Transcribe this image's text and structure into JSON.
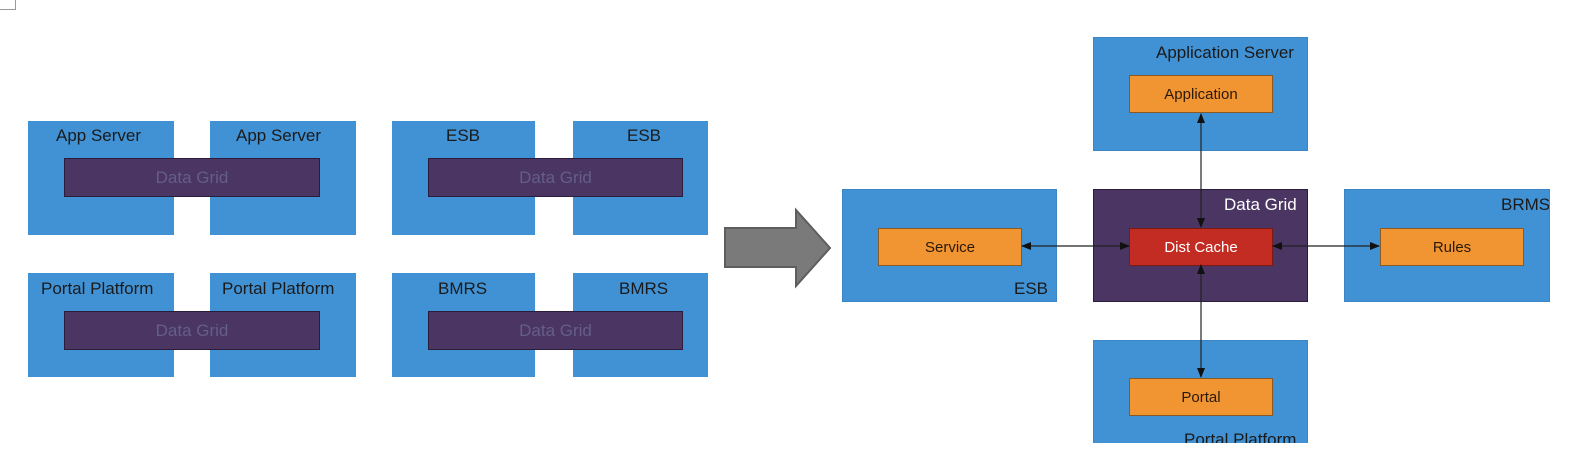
{
  "left": {
    "clusters": [
      {
        "node_label": "App Server",
        "grid_label": "Data Grid"
      },
      {
        "node_label": "ESB",
        "grid_label": "Data Grid"
      },
      {
        "node_label": "Portal Platform",
        "grid_label": "Data Grid"
      },
      {
        "node_label": "BMRS",
        "grid_label": "Data Grid"
      }
    ]
  },
  "right": {
    "application_server": {
      "label": "Application Server",
      "component": "Application"
    },
    "esb": {
      "label": "ESB",
      "component": "Service"
    },
    "data_grid": {
      "label": "Data Grid",
      "component": "Dist Cache"
    },
    "brms": {
      "label": "BRMS",
      "component": "Rules"
    },
    "portal_platform": {
      "label": "Portal Platform",
      "component": "Portal"
    }
  },
  "colors": {
    "node_blue": "#4192d4",
    "grid_purple": "#4a3563",
    "component_orange": "#f19432",
    "cache_red": "#c22c22",
    "arrow_gray": "#7a7a7a"
  }
}
